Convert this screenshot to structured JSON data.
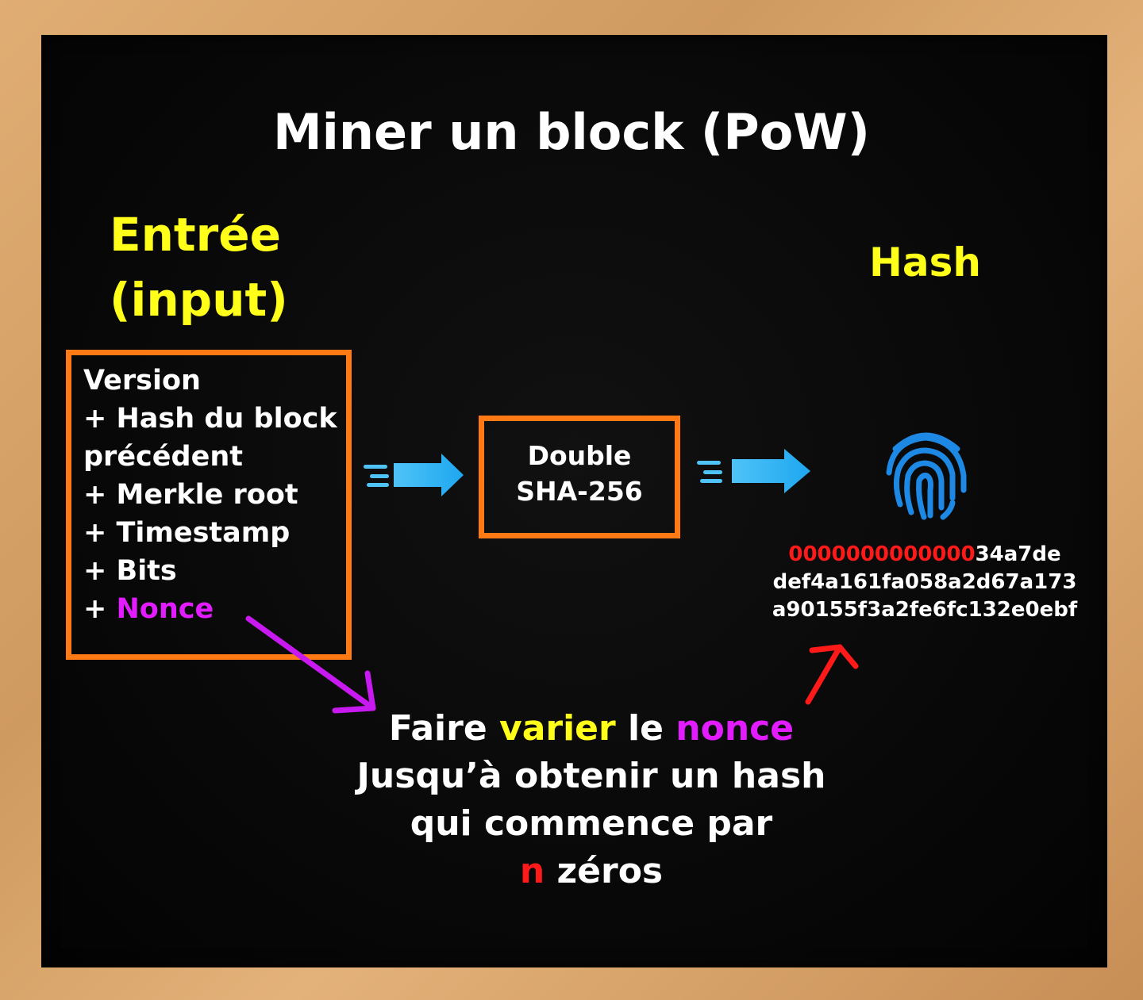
{
  "title": "Miner un block (PoW)",
  "input_heading": {
    "line1": "Entrée",
    "line2": "(input)"
  },
  "hash_heading": "Hash",
  "input_fields": [
    "Version",
    "+ Hash du block",
    "précédent",
    "+ Merkle root",
    "+ Timestamp",
    "+ Bits",
    "+ "
  ],
  "nonce_label": "Nonce",
  "process": {
    "line1": "Double",
    "line2": "SHA-256"
  },
  "hash_output": {
    "zeros": "0000000000000",
    "line1_rest": "34a7de",
    "line2": "def4a161fa058a2d67a173",
    "line3": "a90155f3a2fe6fc132e0ebf"
  },
  "caption": {
    "l1_a": "Faire ",
    "l1_b": "varier",
    "l1_c": " le ",
    "l1_d": "nonce",
    "l2": "Jusqu’à obtenir un hash",
    "l3": "qui commence par",
    "l4_a": "n",
    "l4_b": " zéros"
  },
  "icons": {
    "arrow1": "right-arrow-icon",
    "arrow2": "right-arrow-icon",
    "fingerprint": "fingerprint-icon"
  },
  "colors": {
    "heading": "#ffff1a",
    "box_border": "#ff7a14",
    "nonce": "#e21cff",
    "zeros": "#ff1a1a",
    "arrow_blue": "#29b6f6",
    "fingerprint": "#1e88e5"
  }
}
